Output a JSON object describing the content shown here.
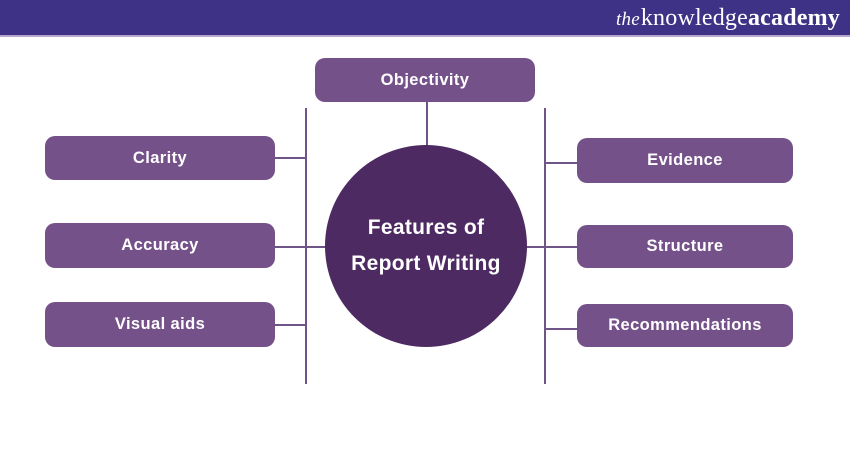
{
  "header": {
    "logo_the": "the",
    "logo_mid": "knowledge",
    "logo_end": "academy"
  },
  "diagram": {
    "center": {
      "title_line1": "Features of",
      "title_line2": "Report Writing"
    },
    "nodes": [
      {
        "id": "objectivity",
        "label": "Objectivity",
        "position": "top"
      },
      {
        "id": "clarity",
        "label": "Clarity",
        "position": "left"
      },
      {
        "id": "accuracy",
        "label": "Accuracy",
        "position": "left"
      },
      {
        "id": "visual-aids",
        "label": "Visual aids",
        "position": "left"
      },
      {
        "id": "evidence",
        "label": "Evidence",
        "position": "right"
      },
      {
        "id": "structure",
        "label": "Structure",
        "position": "right"
      },
      {
        "id": "recommendations",
        "label": "Recommendations",
        "position": "right"
      }
    ]
  },
  "colors": {
    "header_bg": "#3e3287",
    "header_edge": "#b7a6cf",
    "box_bg": "#75518a",
    "circle_bg": "#4e2a63",
    "line": "#6f5587",
    "text_light": "#ffffff",
    "page_bg": "#ffffff"
  }
}
